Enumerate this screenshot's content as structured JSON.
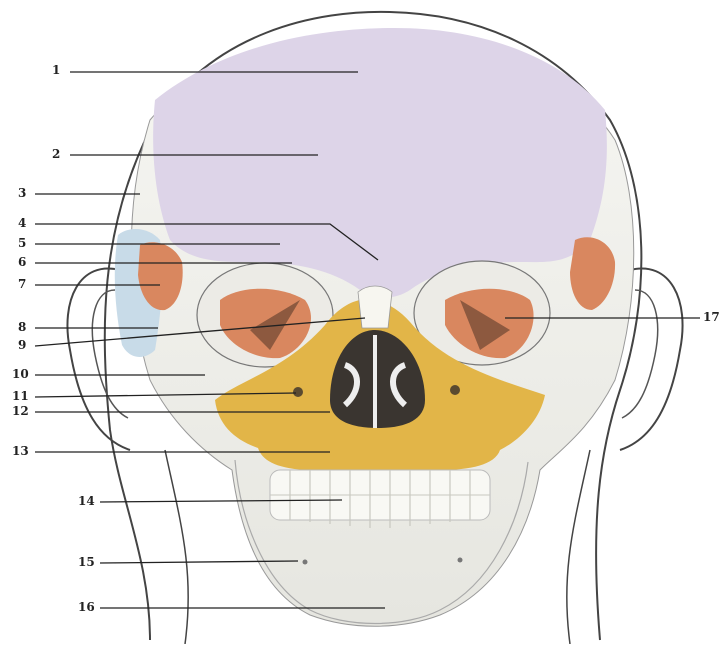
{
  "labels": [
    "1",
    "2",
    "3",
    "4",
    "5",
    "6",
    "7",
    "8",
    "9",
    "10",
    "11",
    "12",
    "13",
    "14",
    "15",
    "16",
    "17"
  ],
  "colors": {
    "frontal_bone": "#ddd4e8",
    "maxilla": "#e2b548",
    "sphenoid": "#d9875f",
    "temporal": "#c8dbe8",
    "bone": "#f2f2ee",
    "outline": "#333333"
  }
}
